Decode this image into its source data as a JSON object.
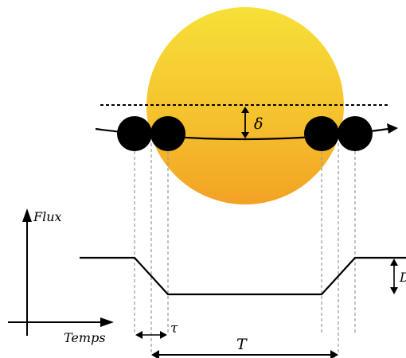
{
  "labels": {
    "delta": "δ",
    "flux": "Flux",
    "time": "Temps",
    "tau": "τ",
    "duration": "T",
    "depth": "D"
  },
  "colors": {
    "star_top": "#f7e038",
    "star_bottom": "#f3a224",
    "planet": "#000000",
    "line": "#000000",
    "guide": "#9a9a9a"
  },
  "icons": {
    "arrowhead": "filled-triangle",
    "planet": "black-disc"
  }
}
